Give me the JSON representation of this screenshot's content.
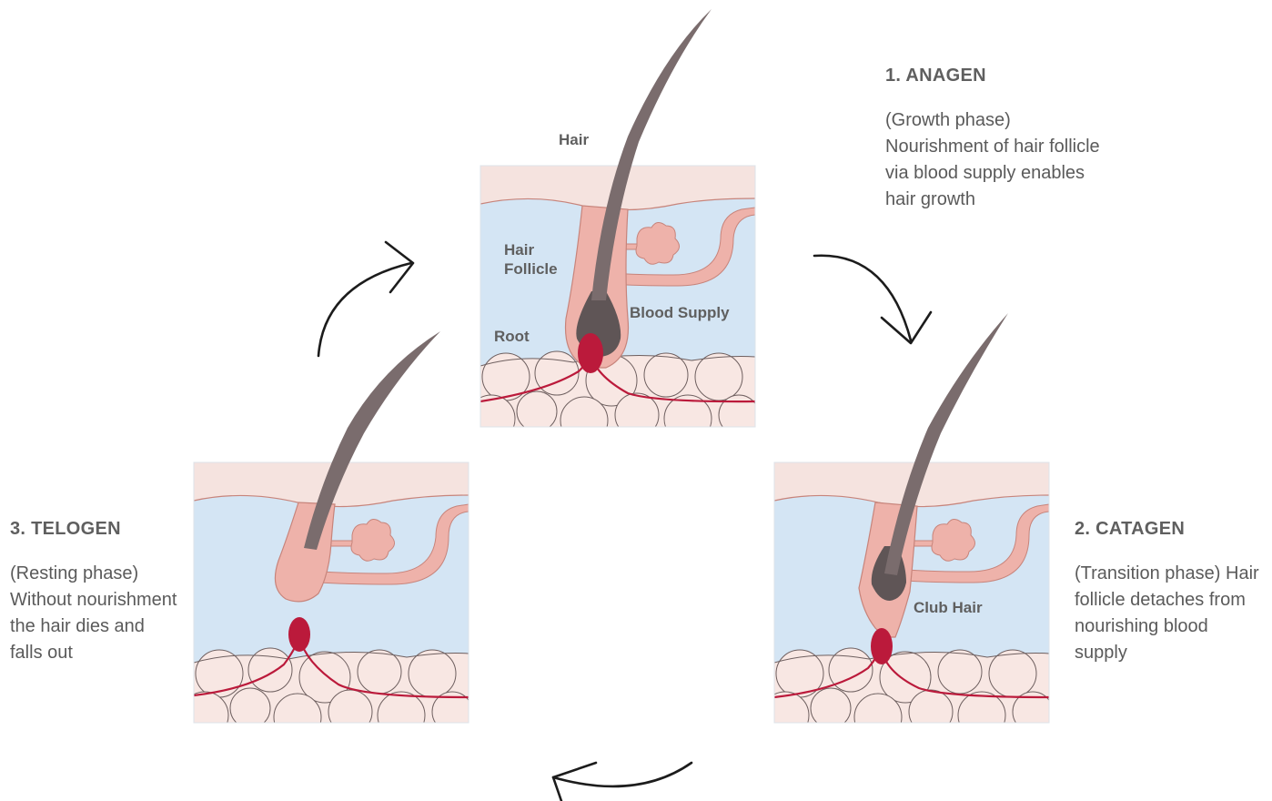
{
  "phases": {
    "anagen": {
      "title": "1. ANAGEN",
      "description": "(Growth phase) Nourishment of hair follicle via blood supply enables hair growth"
    },
    "catagen": {
      "title": "2. CATAGEN",
      "description": "(Transition phase) Hair follicle detaches from nourishing blood supply"
    },
    "telogen": {
      "title": "3. TELOGEN",
      "description": "(Resting phase) Without nourishment the hair dies and falls out"
    }
  },
  "labels": {
    "hair": "Hair",
    "hair_follicle": "Hair Follicle",
    "blood_supply": "Blood Supply",
    "root": "Root",
    "club_hair": "Club Hair"
  },
  "colors": {
    "epidermis": "#f5e3df",
    "dermis": "#d4e5f4",
    "follicle": "#eeb2aa",
    "follicle_stroke": "#c7847b",
    "hair": "#7a6c6d",
    "hair_bulb": "#5f5556",
    "blood": "#bb1a3b",
    "cells_fill": "#f8e7e3",
    "cells_stroke": "#6e5f5f",
    "arrow": "#1c1c1c"
  }
}
